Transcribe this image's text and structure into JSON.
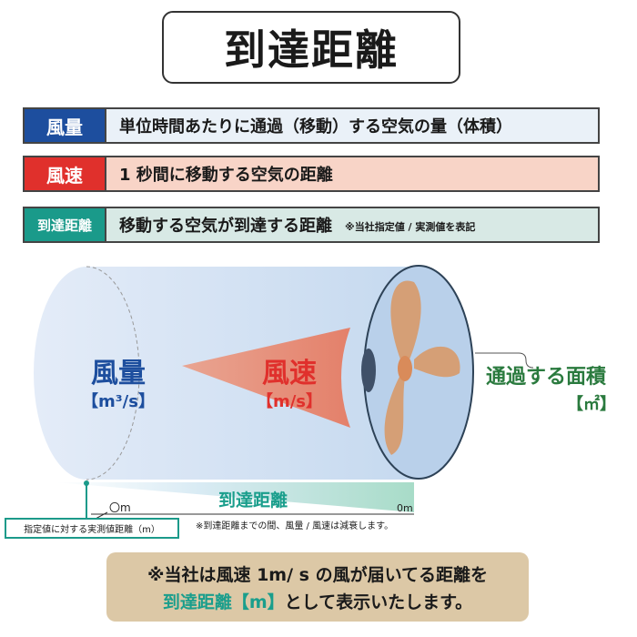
{
  "title": "到達距離",
  "rows": [
    {
      "label": "風量",
      "desc": "単位時間あたりに通過（移動）する空気の量（体積）",
      "color": "#1d4e9e",
      "bg": "#eaf1f8"
    },
    {
      "label": "風速",
      "desc": "1 秒間に移動する空気の距離",
      "color": "#e0302c",
      "bg": "#f8d4c7"
    },
    {
      "label": "到達距離",
      "desc": "移動する空気が到達する距離",
      "note": "※当社指定値 / 実測値を表記",
      "color": "#1a9a8a",
      "bg": "#d8e9e5"
    }
  ],
  "diagram": {
    "volume_label": "風量",
    "volume_unit": "【m³/s】",
    "speed_label": "風速",
    "speed_unit": "【m/s】",
    "area_label": "通過する面積",
    "area_unit": "【㎡】",
    "distance_label": "到達距離",
    "start_mark": "〇m",
    "end_mark": "0m",
    "measured_box": "指定値に対する実測値距離（m）",
    "attenuation_note": "※到達距離までの間、風量 / 風速は減衰します。"
  },
  "footer": {
    "line1": "※当社は風速 1m/ s の風が届いてる距離を",
    "line2_highlight": "到達距離【m】",
    "line2_rest": "として表示いたします。"
  }
}
